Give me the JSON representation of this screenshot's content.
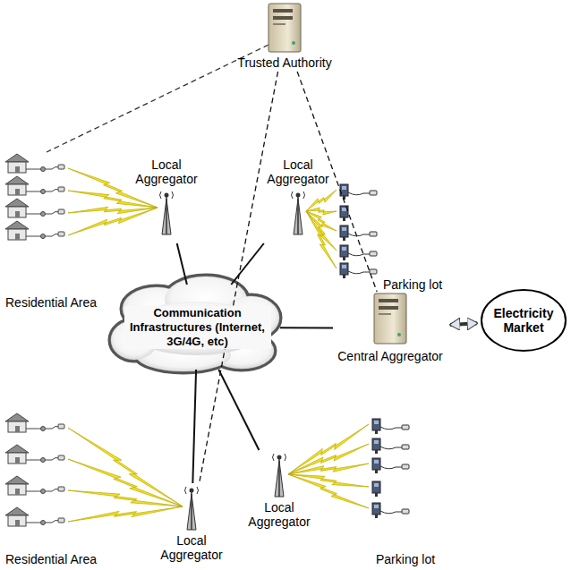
{
  "diagram": {
    "nodes": [
      {
        "text": [
          "Trusted Authority"
        ]
      },
      {
        "text": [
          "Local Aggregator"
        ]
      },
      {
        "text": [
          "Local Aggregator"
        ]
      },
      {
        "text": [
          "Communication Infrastructures (Internet, 3G/4G, etc)"
        ]
      },
      {
        "text": [
          "Central Aggregator"
        ]
      },
      {
        "text": [
          "Electricity Market"
        ]
      },
      {
        "text": [
          "Local Aggregator"
        ]
      },
      {
        "text": [
          "Local Aggregator"
        ]
      }
    ],
    "edges": [
      {
        "from": 1,
        "to": 3,
        "arrow": "none"
      },
      {
        "from": 2,
        "to": 3,
        "arrow": "none"
      },
      {
        "from": 3,
        "to": 6,
        "arrow": "none"
      },
      {
        "from": 3,
        "to": 7,
        "arrow": "none"
      },
      {
        "from": 3,
        "to": 4,
        "arrow": "none"
      },
      {
        "from": 4,
        "to": 5,
        "arrow": "both"
      },
      {
        "from": 0,
        "to": 6,
        "arrow": "none"
      },
      {
        "from": 0,
        "to": 4,
        "arrow": "none"
      }
    ],
    "labels": [
      "Residential Area",
      "Parking lot",
      "Residential Area",
      "Parking lot"
    ]
  }
}
